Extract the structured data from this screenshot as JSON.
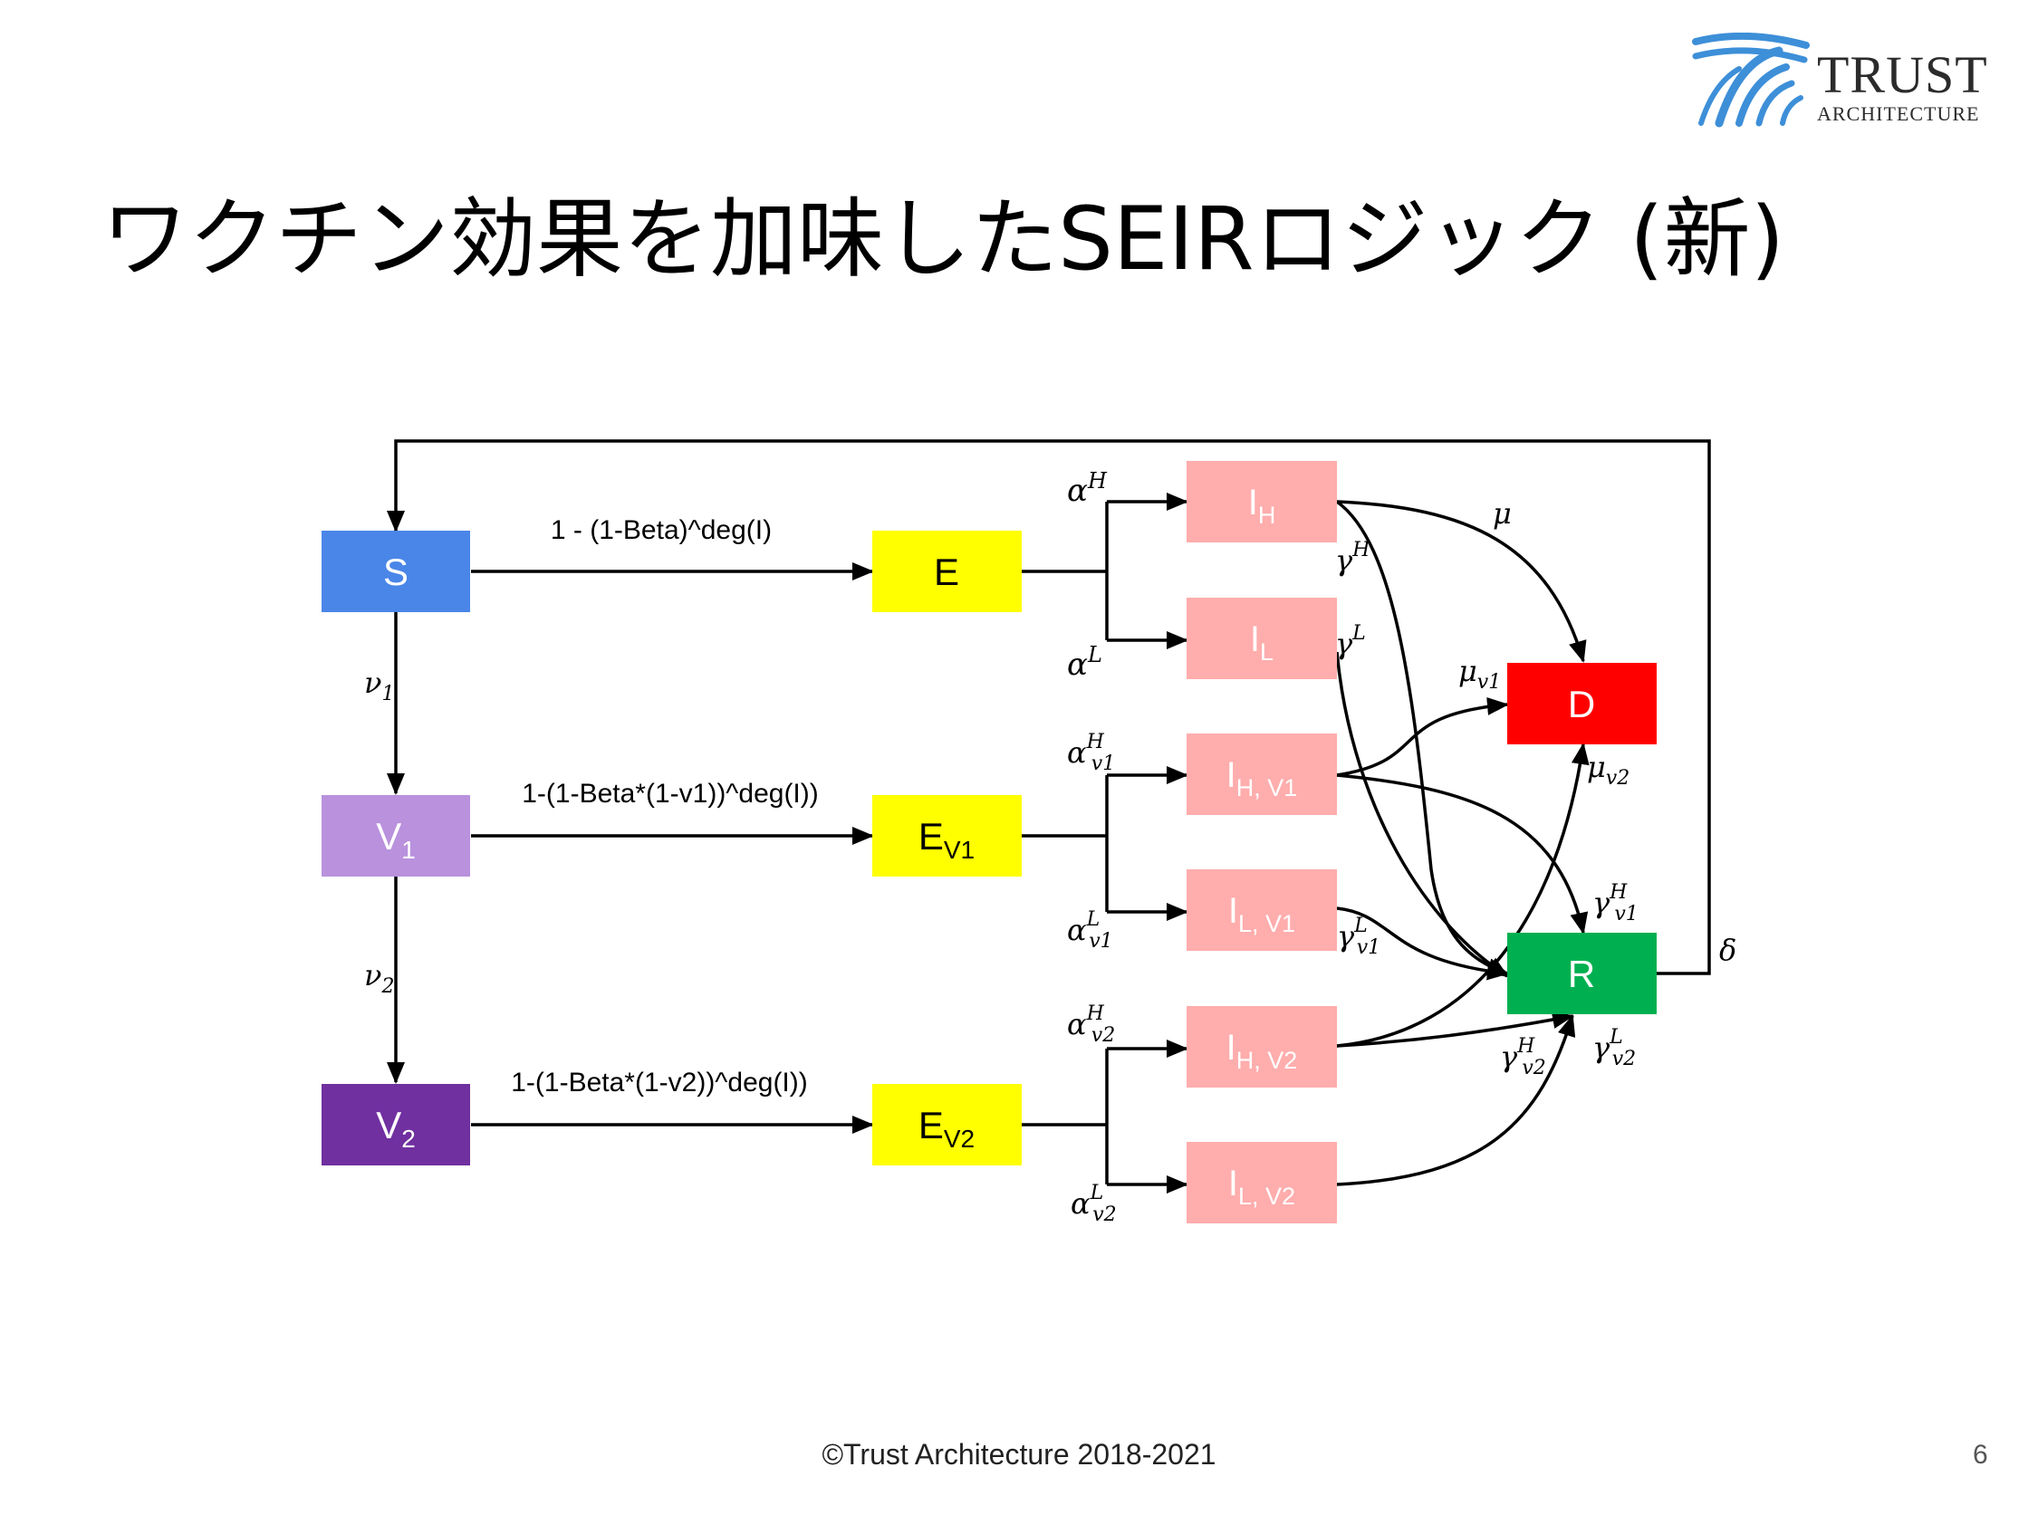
{
  "title": "ワクチン効果を加味したSEIRロジック (新)",
  "logo": {
    "text_main": "TRUST",
    "text_sub": "ARCHITECTURE"
  },
  "footer": "©Trust Architecture 2018-2021",
  "page_number": "6",
  "colors": {
    "S": "#4a86e8",
    "V1": "#b991dd",
    "V2": "#7030a0",
    "E": "#ffff00",
    "I": "#ffadad",
    "D": "#ff0000",
    "R": "#00b050",
    "logo_blue": "#3d8fd8"
  },
  "nodes": {
    "S": {
      "main": "S",
      "sub": ""
    },
    "V1": {
      "main": "V",
      "sub": "1"
    },
    "V2": {
      "main": "V",
      "sub": "2"
    },
    "E": {
      "main": "E",
      "sub": ""
    },
    "EV1": {
      "main": "E",
      "sub": "V1"
    },
    "EV2": {
      "main": "E",
      "sub": "V2"
    },
    "IH": {
      "main": "I",
      "sub": "H"
    },
    "IL": {
      "main": "I",
      "sub": "L"
    },
    "IHV1": {
      "main": "I",
      "sub": "H, V1"
    },
    "ILV1": {
      "main": "I",
      "sub": "L, V1"
    },
    "IHV2": {
      "main": "I",
      "sub": "H, V2"
    },
    "ILV2": {
      "main": "I",
      "sub": "L, V2"
    },
    "D": {
      "main": "D",
      "sub": ""
    },
    "R": {
      "main": "R",
      "sub": ""
    }
  },
  "rates": {
    "S_E": "1 - (1-Beta)^deg(I)",
    "V1_EV1": "1-(1-Beta*(1-v1))^deg(I))",
    "V2_EV2": "1-(1-Beta*(1-v2))^deg(I))"
  },
  "greek": {
    "nu1": {
      "base": "ν",
      "sub": "1",
      "sup": ""
    },
    "nu2": {
      "base": "ν",
      "sub": "2",
      "sup": ""
    },
    "aH": {
      "base": "α",
      "sub": "",
      "sup": "H"
    },
    "aL": {
      "base": "α",
      "sub": "",
      "sup": "L"
    },
    "av1H": {
      "base": "α",
      "sub": "v1",
      "sup": "H"
    },
    "av1L": {
      "base": "α",
      "sub": "v1",
      "sup": "L"
    },
    "av2H": {
      "base": "α",
      "sub": "v2",
      "sup": "H"
    },
    "av2L": {
      "base": "α",
      "sub": "v2",
      "sup": "L"
    },
    "mu": {
      "base": "μ",
      "sub": "",
      "sup": ""
    },
    "muv1": {
      "base": "μ",
      "sub": "v1",
      "sup": ""
    },
    "muv2": {
      "base": "μ",
      "sub": "v2",
      "sup": ""
    },
    "gH": {
      "base": "γ",
      "sub": "",
      "sup": "H"
    },
    "gL": {
      "base": "γ",
      "sub": "",
      "sup": "L"
    },
    "gv1H": {
      "base": "γ",
      "sub": "v1",
      "sup": "H"
    },
    "gv1L": {
      "base": "γ",
      "sub": "v1",
      "sup": "L"
    },
    "gv2H": {
      "base": "γ",
      "sub": "v2",
      "sup": "H"
    },
    "gv2L": {
      "base": "γ",
      "sub": "v2",
      "sup": "L"
    },
    "delta": {
      "base": "δ",
      "sub": "",
      "sup": ""
    }
  }
}
